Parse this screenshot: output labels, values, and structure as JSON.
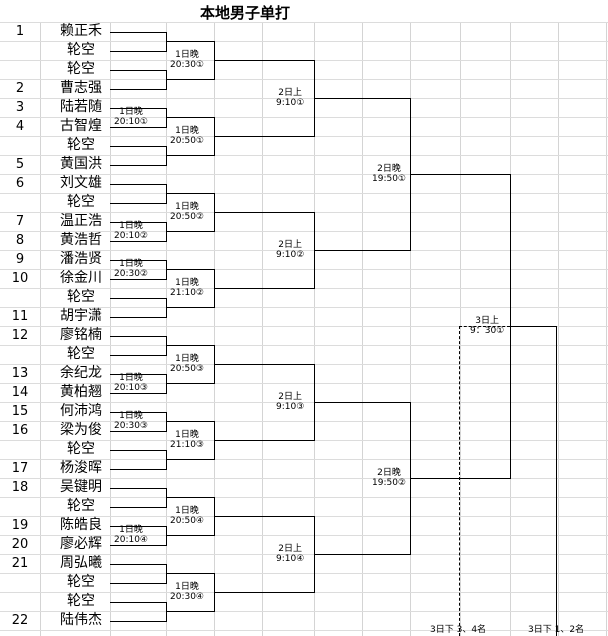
{
  "title": "本地男子单打",
  "rows": [
    {
      "num": "1",
      "name": "赖正禾"
    },
    {
      "num": "",
      "name": "轮空"
    },
    {
      "num": "",
      "name": "轮空"
    },
    {
      "num": "2",
      "name": "曹志强"
    },
    {
      "num": "3",
      "name": "陆若随"
    },
    {
      "num": "4",
      "name": "古智煌"
    },
    {
      "num": "",
      "name": "轮空"
    },
    {
      "num": "5",
      "name": "黄国洪"
    },
    {
      "num": "6",
      "name": "刘文雄"
    },
    {
      "num": "",
      "name": "轮空"
    },
    {
      "num": "7",
      "name": "温正浩"
    },
    {
      "num": "8",
      "name": "黄浩哲"
    },
    {
      "num": "9",
      "name": "潘浩贤"
    },
    {
      "num": "10",
      "name": "徐金川"
    },
    {
      "num": "",
      "name": "轮空"
    },
    {
      "num": "11",
      "name": "胡宇潇"
    },
    {
      "num": "12",
      "name": "廖铭楠"
    },
    {
      "num": "",
      "name": "轮空"
    },
    {
      "num": "13",
      "name": "余纪龙"
    },
    {
      "num": "14",
      "name": "黄柏翘"
    },
    {
      "num": "15",
      "name": "何沛鸿"
    },
    {
      "num": "16",
      "name": "梁为俊"
    },
    {
      "num": "",
      "name": "轮空"
    },
    {
      "num": "17",
      "name": "杨浚晖"
    },
    {
      "num": "18",
      "name": "吴键明"
    },
    {
      "num": "",
      "name": "轮空"
    },
    {
      "num": "19",
      "name": "陈皓良"
    },
    {
      "num": "20",
      "name": "廖必辉"
    },
    {
      "num": "21",
      "name": "周弘曦"
    },
    {
      "num": "",
      "name": "轮空"
    },
    {
      "num": "",
      "name": "轮空"
    },
    {
      "num": "22",
      "name": "陆伟杰"
    }
  ],
  "match_tags": [
    {
      "l1": "1日晚",
      "l2": "20:10①"
    },
    {
      "l1": "1日晚",
      "l2": "20:10②"
    },
    {
      "l1": "1日晚",
      "l2": "20:30②"
    },
    {
      "l1": "1日晚",
      "l2": "20:10③"
    },
    {
      "l1": "1日晚",
      "l2": "20:30③"
    },
    {
      "l1": "1日晚",
      "l2": "20:10④"
    },
    {
      "l1": "1日晚",
      "l2": "20:30①"
    },
    {
      "l1": "1日晚",
      "l2": "20:50①"
    },
    {
      "l1": "1日晚",
      "l2": "20:50②"
    },
    {
      "l1": "1日晚",
      "l2": "21:10②"
    },
    {
      "l1": "1日晚",
      "l2": "20:50③"
    },
    {
      "l1": "1日晚",
      "l2": "21:10③"
    },
    {
      "l1": "1日晚",
      "l2": "20:50④"
    },
    {
      "l1": "1日晚",
      "l2": "20:30④"
    },
    {
      "l1": "2日上",
      "l2": "9:10①"
    },
    {
      "l1": "2日上",
      "l2": "9:10②"
    },
    {
      "l1": "2日上",
      "l2": "9:10③"
    },
    {
      "l1": "2日上",
      "l2": "9:10④"
    },
    {
      "l1": "2日晚",
      "l2": "19:50①"
    },
    {
      "l1": "2日晚",
      "l2": "19:50②"
    },
    {
      "l1": "3日上",
      "l2": "9：30①"
    }
  ],
  "placements": {
    "third_fourth": "3日下 3、4名",
    "first_second": "3日下 1、2名"
  }
}
